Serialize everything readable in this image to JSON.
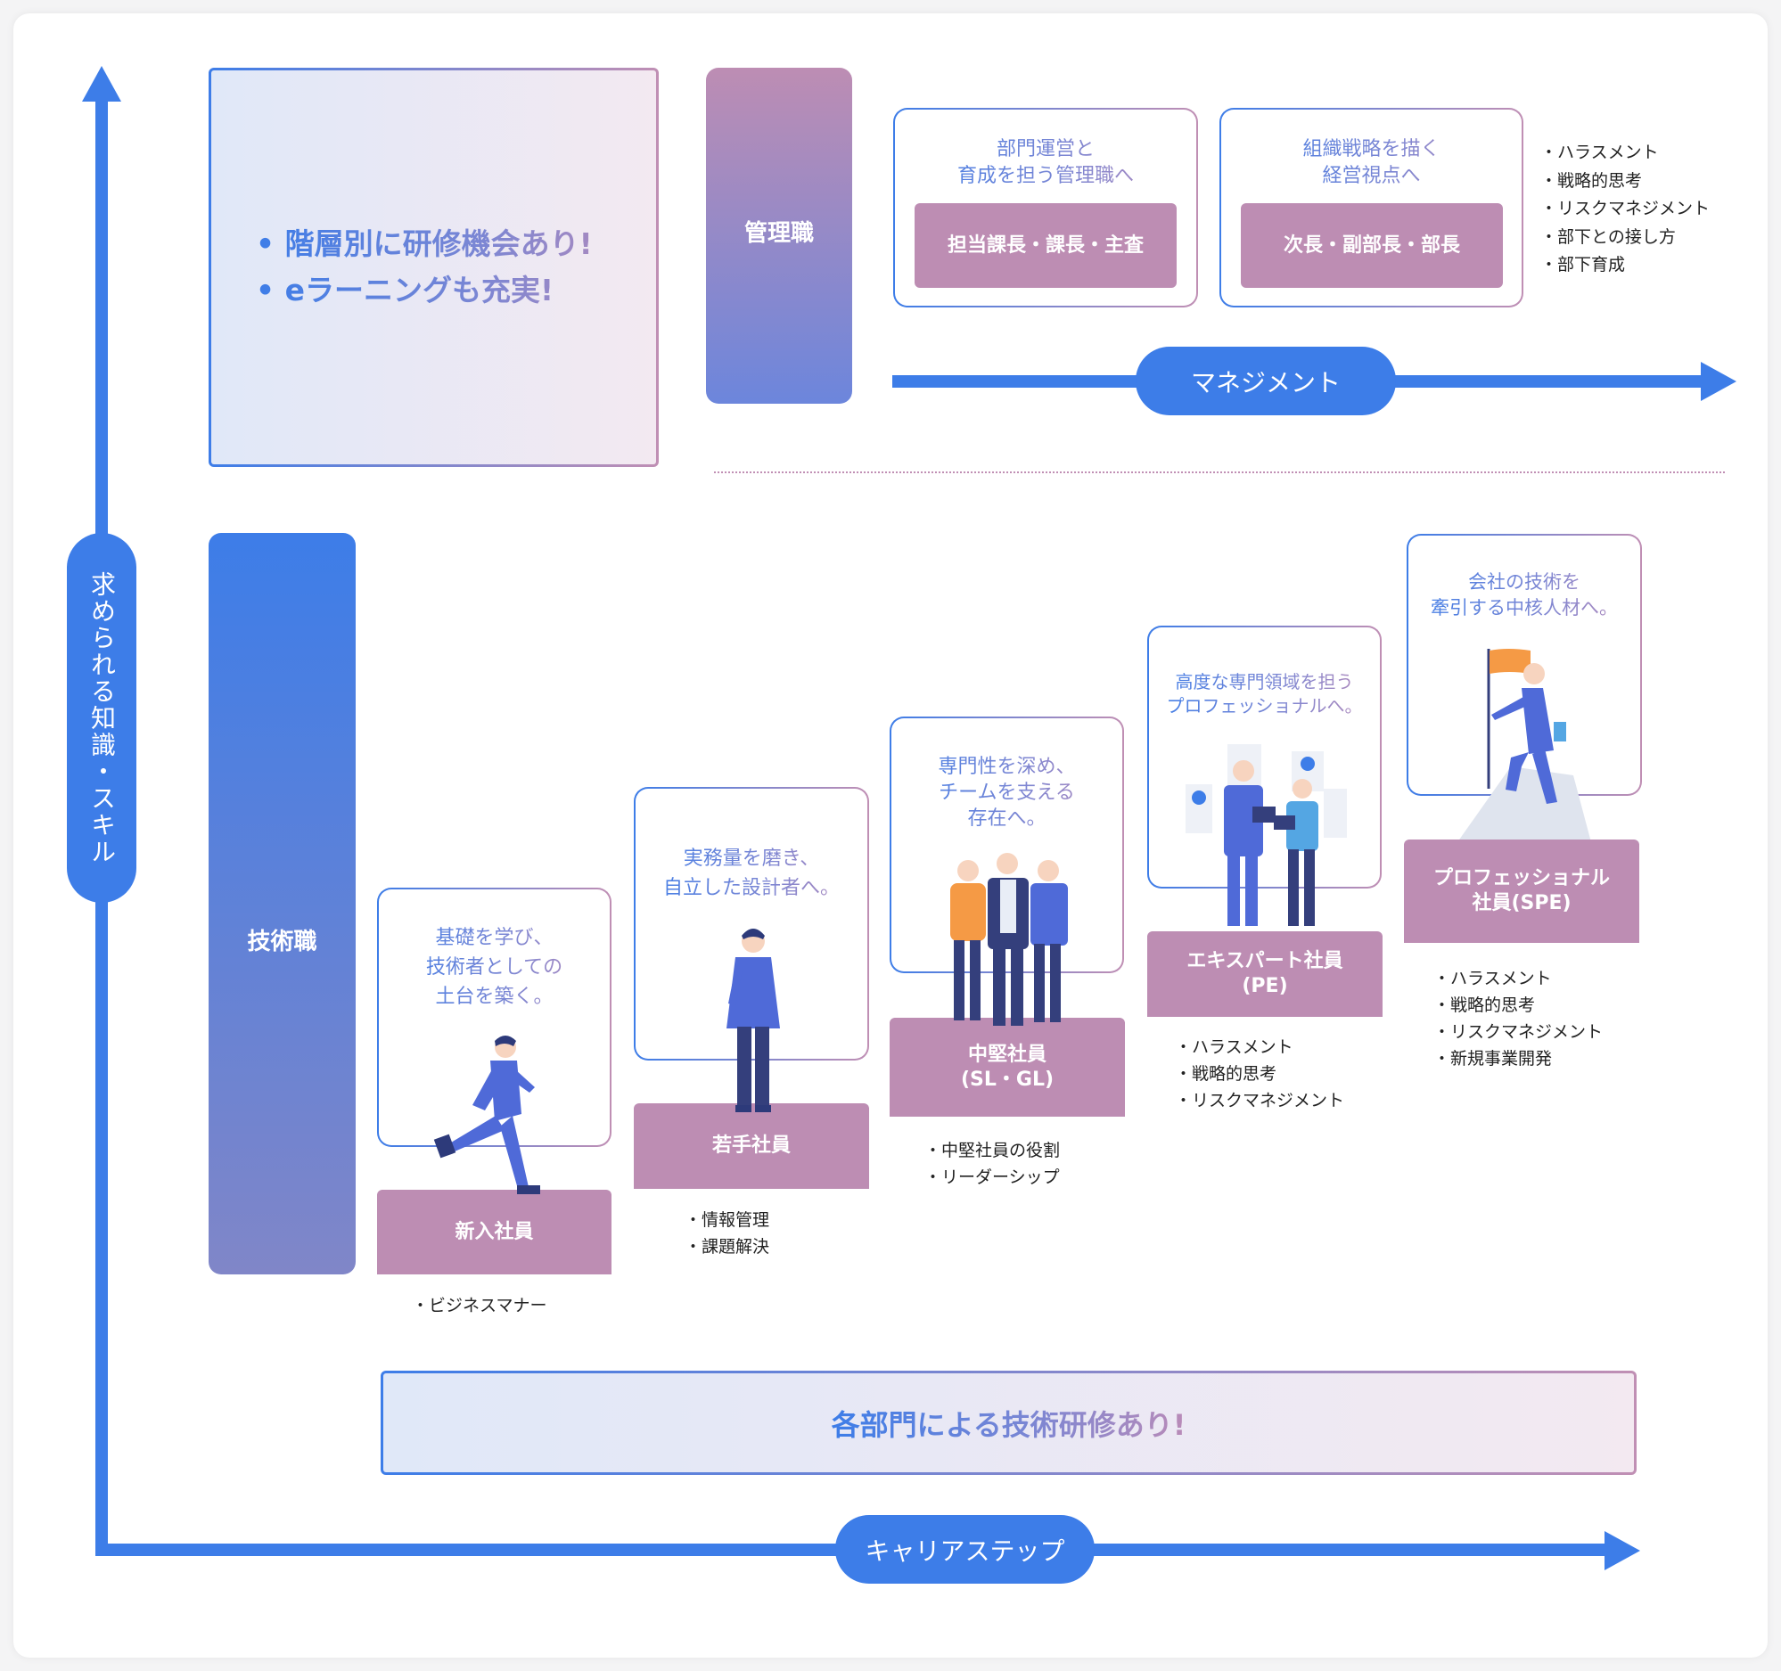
{
  "axes": {
    "vertical_label": "求められる知識・スキル",
    "horizontal_label": "キャリアステップ",
    "color": "#3d7de8"
  },
  "promo": {
    "lines": [
      "階層別に研修機会あり!",
      "eラーニングも充実!"
    ]
  },
  "management": {
    "role_label": "管理職",
    "arrow_label": "マネジメント",
    "cards": [
      {
        "caption": [
          "部門運営と",
          "育成を担う管理職へ"
        ],
        "positions": "担当課長・課長・主査"
      },
      {
        "caption": [
          "組織戦略を描く",
          "経営視点へ"
        ],
        "positions": "次長・副部長・部長"
      }
    ],
    "skills": [
      "ハラスメント",
      "戦略的思考",
      "リスクマネジメント",
      "部下との接し方",
      "部下育成"
    ]
  },
  "technical": {
    "role_label": "技術職",
    "steps": [
      {
        "caption": [
          "基礎を学び、",
          "技術者としての",
          "土台を築く。"
        ],
        "label": [
          "新入社員"
        ],
        "skills": [
          "ビジネスマナー"
        ],
        "figure": "running-man"
      },
      {
        "caption": [
          "実務量を磨き、",
          "自立した設計者へ。"
        ],
        "label": [
          "若手社員"
        ],
        "skills": [
          "情報管理",
          "課題解決"
        ],
        "figure": "standing-worker"
      },
      {
        "caption": [
          "専門性を深め、",
          "チームを支える",
          "存在へ。"
        ],
        "label": [
          "中堅社員",
          "(SL・GL)"
        ],
        "skills": [
          "中堅社員の役割",
          "リーダーシップ"
        ],
        "figure": "team-of-three"
      },
      {
        "caption": [
          "高度な専門領域を担う",
          "プロフェッショナルへ。"
        ],
        "label": [
          "エキスパート社員",
          "(PE)"
        ],
        "skills": [
          "ハラスメント",
          "戦略的思考",
          "リスクマネジメント"
        ],
        "figure": "two-professionals"
      },
      {
        "caption": [
          "会社の技術を",
          "牽引する中核人材へ。"
        ],
        "label": [
          "プロフェッショナル",
          "社員(SPE)"
        ],
        "skills": [
          "ハラスメント",
          "戦略的思考",
          "リスクマネジメント",
          "新規事業開発"
        ],
        "figure": "flag-on-summit"
      }
    ],
    "banner": "各部門による技術研修あり!"
  },
  "colors": {
    "accent_blue": "#3d7de8",
    "label_mauve": "#bd8db3",
    "gradient_end": "#c08fb4"
  }
}
